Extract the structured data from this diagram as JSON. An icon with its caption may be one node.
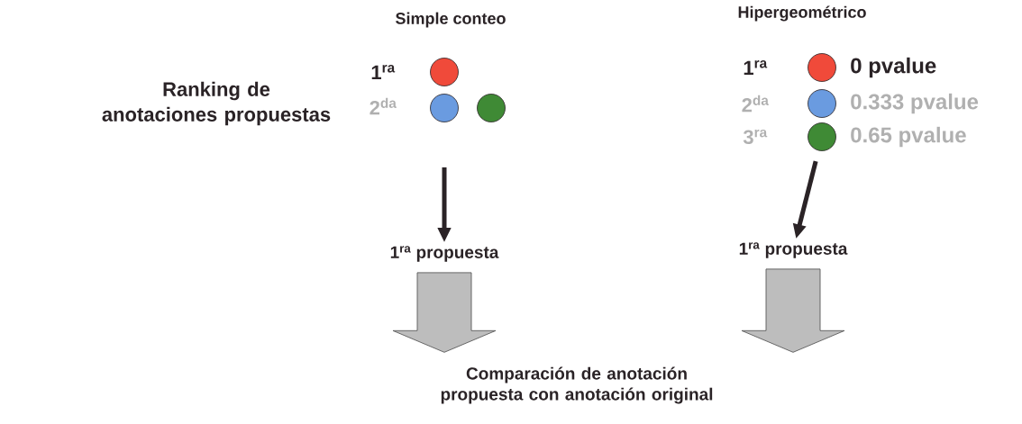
{
  "diagram": {
    "nodes": [
      {
        "text": [
          "1$^{ra}$ propuesta"
        ]
      },
      {
        "text": [
          "1$^{ra}$ propuesta"
        ]
      },
      {
        "text": [
          "Comparación de anotación propuesta con anotación original"
        ]
      },
      {
        "text": [],
        "shape": "circle"
      },
      {
        "text": [],
        "shape": "circle"
      },
      {
        "text": [],
        "shape": "circle"
      },
      {
        "text": [],
        "shape": "circle"
      },
      {
        "text": [],
        "shape": "circle"
      },
      {
        "text": [],
        "shape": "circle"
      }
    ],
    "edges": [
      {
        "from": 4,
        "to": 0,
        "arrow": "to"
      },
      {
        "from": 8,
        "to": 1,
        "arrow": "to"
      },
      {
        "from": 0,
        "to": 2,
        "arrow": "to",
        "style": "thick",
        "color": "#bdbdbd"
      },
      {
        "from": 1,
        "to": 2,
        "arrow": "to",
        "style": "thick",
        "color": "#bdbdbd"
      }
    ],
    "labels": [
      "Ranking de anotaciones propuestas",
      "Simple conteo",
      "Hipergeométrico",
      "1$^{ra}$",
      "2$^{da}$",
      "1$^{ra}$",
      "0 pvalue",
      "2$^{da}$",
      "0.333 pvalue",
      "3$^{ra}$",
      "0.65 pvalue"
    ]
  }
}
